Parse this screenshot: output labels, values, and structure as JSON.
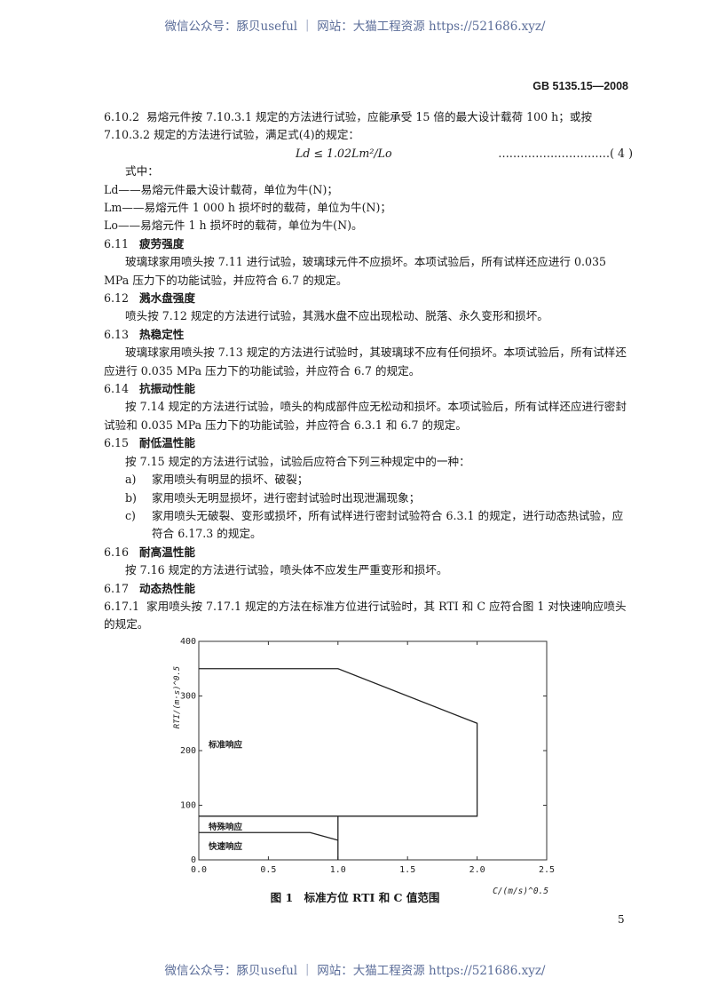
{
  "watermark_top": "微信公众号：豚贝useful ｜ 网站：大猫工程资源 https://521686.xyz/",
  "watermark_bottom": "微信公众号：豚贝useful ｜ 网站：大猫工程资源 https://521686.xyz/",
  "standard_number": "GB 5135.15—2008",
  "s6102": {
    "num": "6.10.2",
    "line1": "易熔元件按 7.10.3.1 规定的方法进行试验，应能承受 15 倍的最大设计载荷 100 h；或按",
    "line2": "7.10.3.2 规定的方法进行试验，满足式(4)的规定：",
    "formula": "Ld ≤ 1.02Lm²/Lo",
    "formula_num": "…………………………( 4 )",
    "where": "式中：",
    "defs": [
      "Ld——易熔元件最大设计载荷，单位为牛(N)；",
      "Lm——易熔元件 1 000 h 损坏时的载荷，单位为牛(N)；",
      "Lo——易熔元件 1 h 损坏时的载荷，单位为牛(N)。"
    ]
  },
  "sections": [
    {
      "num": "6.11",
      "title": "疲劳强度",
      "text": "玻璃球家用喷头按 7.11 进行试验，玻璃球元件不应损坏。本项试验后，所有试样还应进行 0.035 MPa 压力下的功能试验，并应符合 6.7 的规定。"
    },
    {
      "num": "6.12",
      "title": "溅水盘强度",
      "text": "喷头按 7.12 规定的方法进行试验，其溅水盘不应出现松动、脱落、永久变形和损坏。"
    },
    {
      "num": "6.13",
      "title": "热稳定性",
      "text": "玻璃球家用喷头按 7.13 规定的方法进行试验时，其玻璃球不应有任何损坏。本项试验后，所有试样还应进行 0.035 MPa 压力下的功能试验，并应符合 6.7 的规定。"
    },
    {
      "num": "6.14",
      "title": "抗振动性能",
      "text": "按 7.14 规定的方法进行试验，喷头的构成部件应无松动和损坏。本项试验后，所有试样还应进行密封试验和 0.035 MPa 压力下的功能试验，并应符合 6.3.1 和 6.7 的规定。"
    }
  ],
  "s615": {
    "num": "6.15",
    "title": "耐低温性能",
    "text": "按 7.15 规定的方法进行试验，试验后应符合下列三种规定中的一种：",
    "items": [
      {
        "m": "a)",
        "t": "家用喷头有明显的损坏、破裂；"
      },
      {
        "m": "b)",
        "t": "家用喷头无明显损坏，进行密封试验时出现泄漏现象；"
      },
      {
        "m": "c)",
        "t": "家用喷头无破裂、变形或损坏，所有试样进行密封试验符合 6.3.1 的规定，进行动态热试验，应",
        "cont": "符合 6.17.3 的规定。"
      }
    ]
  },
  "s616": {
    "num": "6.16",
    "title": "耐高温性能",
    "text": "按 7.16 规定的方法进行试验，喷头体不应发生严重变形和损坏。"
  },
  "s617": {
    "num": "6.17",
    "title": "动态热性能"
  },
  "s6171": {
    "num": "6.17.1",
    "text": "家用喷头按 7.17.1 规定的方法在标准方位进行试验时，其 RTI 和 C 应符合图 1 对快速响应喷头的规定。"
  },
  "chart_data": {
    "type": "line",
    "xlabel": "C/(m/s)^0.5",
    "ylabel": "RTI/(m·s)^0.5",
    "xlim": [
      0,
      2.5
    ],
    "ylim": [
      0,
      400
    ],
    "xticks": [
      "0.0",
      "0.5",
      "1.0",
      "1.5",
      "2.0",
      "2.5"
    ],
    "yticks": [
      "0",
      "100",
      "200",
      "300",
      "400"
    ],
    "grid": false,
    "series": [
      {
        "points": [
          [
            0,
            350
          ],
          [
            1.0,
            350
          ],
          [
            2.0,
            250
          ],
          [
            2.0,
            80
          ],
          [
            0,
            80
          ]
        ]
      },
      {
        "points": [
          [
            0,
            50
          ],
          [
            0.8,
            50
          ],
          [
            1.0,
            36
          ]
        ]
      },
      {
        "points": [
          [
            1.0,
            0
          ],
          [
            1.0,
            80
          ]
        ]
      }
    ],
    "annotations": [
      {
        "text": "标准响应",
        "x": 0.07,
        "y": 212
      },
      {
        "text": "特殊响应",
        "x": 0.07,
        "y": 62
      },
      {
        "text": "快速响应",
        "x": 0.07,
        "y": 26
      }
    ],
    "title": "图 1　标准方位 RTI 和 C 值范围"
  },
  "page_number": "5"
}
